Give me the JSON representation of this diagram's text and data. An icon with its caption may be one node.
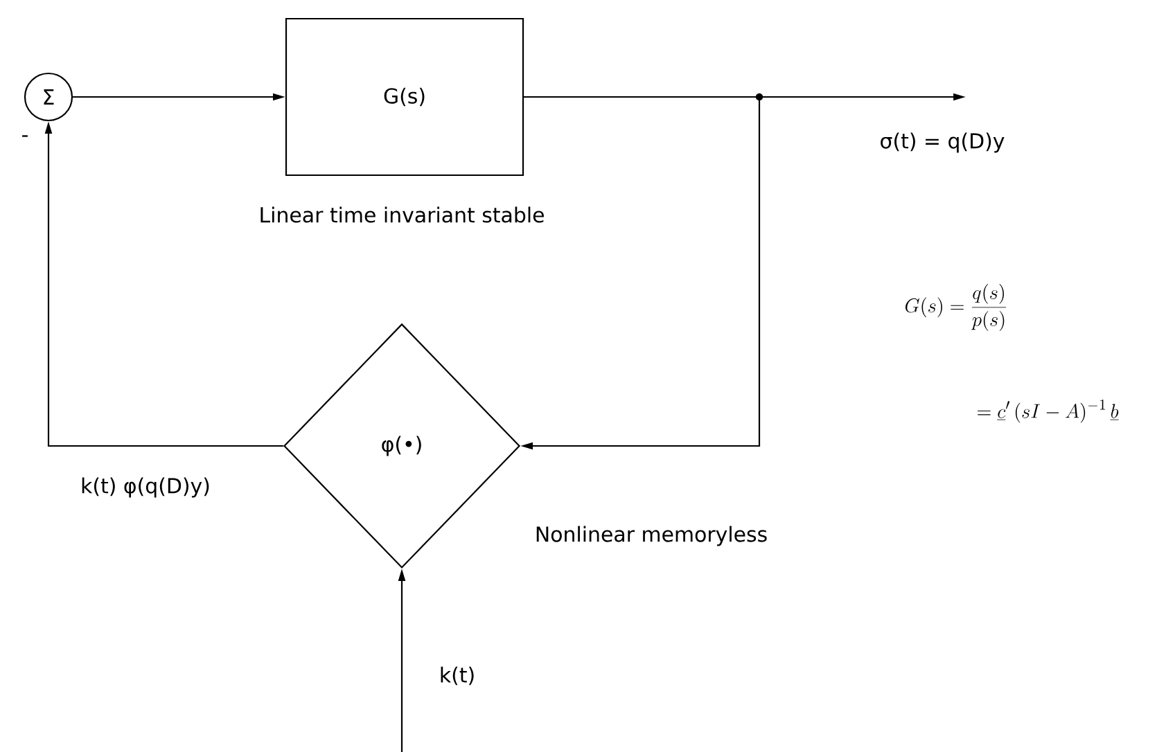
{
  "diagram": {
    "nodes": [
      {
        "text": [
          "Σ"
        ],
        "beside": [
          "-"
        ]
      },
      {
        "text": [
          "G(s)"
        ],
        "beside": [
          "Linear time invariant stable"
        ]
      },
      {
        "text": [
          "φ(•)"
        ],
        "beside": [
          "Nonlinear memoryless"
        ]
      }
    ],
    "edges": [
      {
        "from": 0,
        "to": 1,
        "arrow": "to"
      },
      {
        "from": 1,
        "to": null,
        "arrow": "to",
        "label": "σ(t) = q(D)y"
      },
      {
        "from": 1,
        "to": 2,
        "arrow": "to"
      },
      {
        "from": 2,
        "to": 0,
        "arrow": "to",
        "label": "k(t) φ(q(D)y)"
      },
      {
        "from": null,
        "to": 2,
        "arrow": "to",
        "label": "k(t)"
      }
    ],
    "labels": [
      "G(s) = \\frac{q(s)}{p(s)}",
      "= \\underline{c}'\\,(sI-A)^{-1}\\,\\underline{b}"
    ]
  }
}
